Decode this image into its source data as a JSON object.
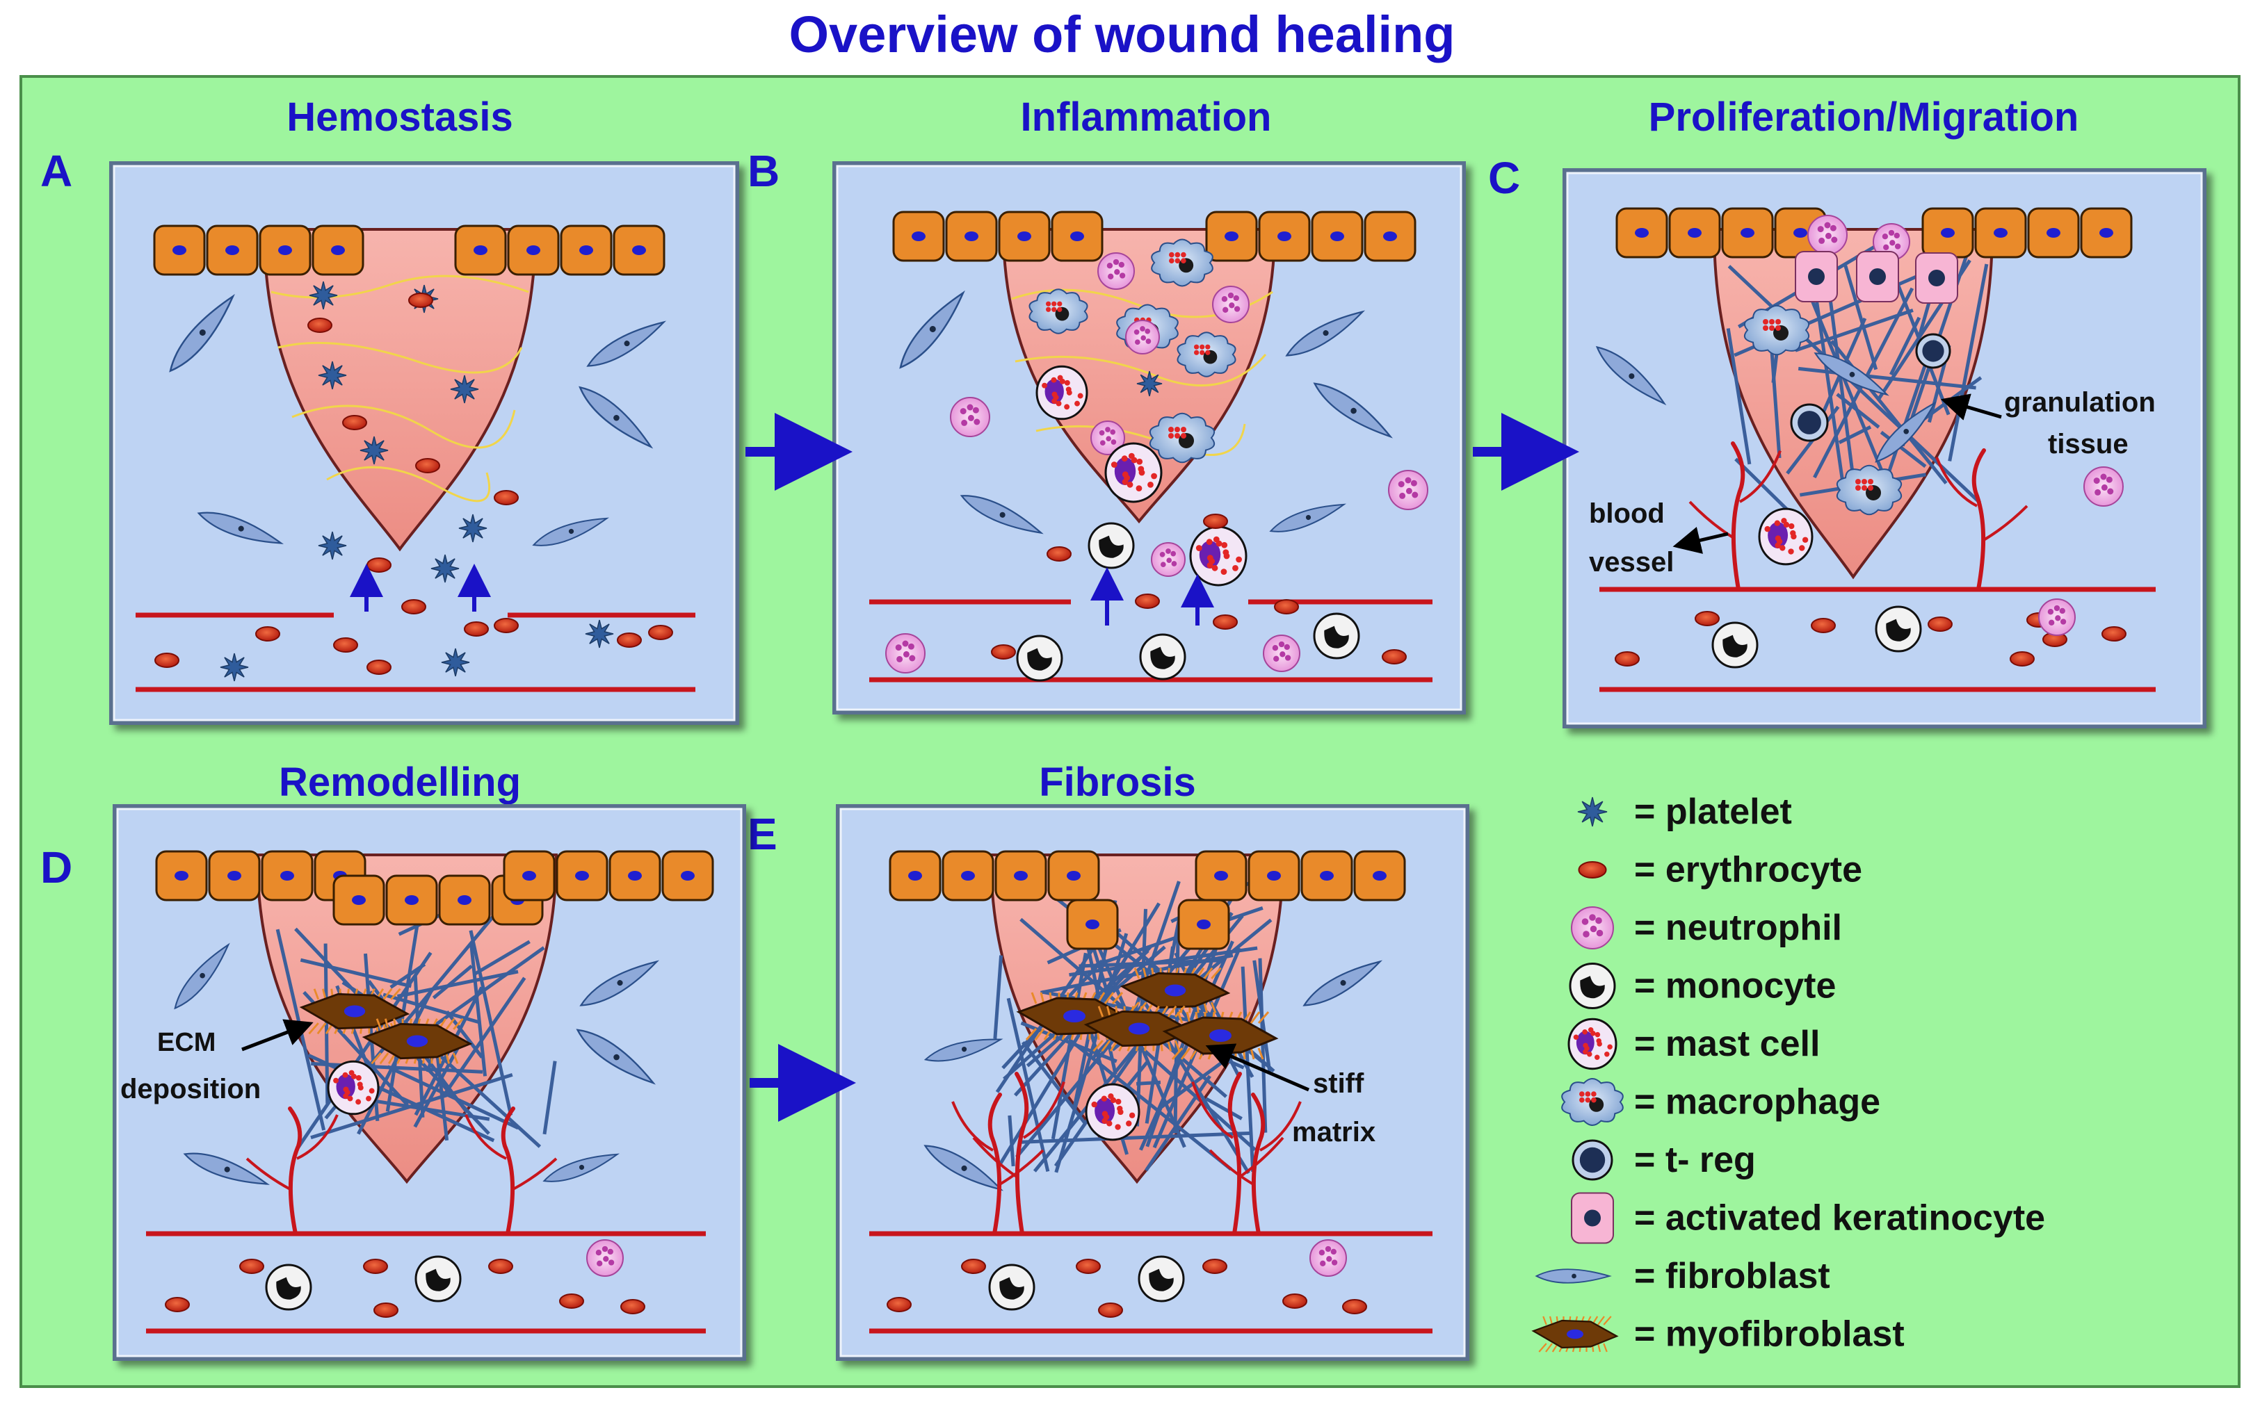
{
  "title": "Overview of wound healing",
  "colors": {
    "background": "#9ef59e",
    "panel": "#bed3f3",
    "wound": "#f4a29a",
    "keratinocyte": "#e98a2a",
    "vessel": "#c8151c",
    "heading": "#1a12c7",
    "fibroblast": "#8ea9d9",
    "fiber": "#3b5f9b",
    "arrow": "#1a12c7"
  },
  "panels": [
    {
      "letter": "A",
      "heading": "Hemostasis"
    },
    {
      "letter": "B",
      "heading": "Inflammation"
    },
    {
      "letter": "C",
      "heading": "Proliferation/Migration"
    },
    {
      "letter": "D",
      "heading": "Remodelling"
    },
    {
      "letter": "E",
      "heading": "Fibrosis"
    }
  ],
  "annotations": {
    "granulation": [
      "granulation",
      "tissue"
    ],
    "vessel": [
      "blood",
      "vessel"
    ],
    "ecm": [
      "ECM",
      "deposition"
    ],
    "stiff": [
      "stiff",
      "matrix"
    ]
  },
  "legend": [
    {
      "icon": "platelet-icon",
      "label": "= platelet"
    },
    {
      "icon": "erythrocyte-icon",
      "label": "= erythrocyte"
    },
    {
      "icon": "neutrophil-icon",
      "label": "= neutrophil"
    },
    {
      "icon": "monocyte-icon",
      "label": "= monocyte"
    },
    {
      "icon": "mast-cell-icon",
      "label": "= mast cell"
    },
    {
      "icon": "macrophage-icon",
      "label": "=  macrophage"
    },
    {
      "icon": "t-reg-icon",
      "label": "= t- reg"
    },
    {
      "icon": "activated-keratinocyte-icon",
      "label": "= activated keratinocyte"
    },
    {
      "icon": "fibroblast-icon",
      "label": "= fibroblast"
    },
    {
      "icon": "myofibroblast-icon",
      "label": "= myofibroblast"
    }
  ]
}
